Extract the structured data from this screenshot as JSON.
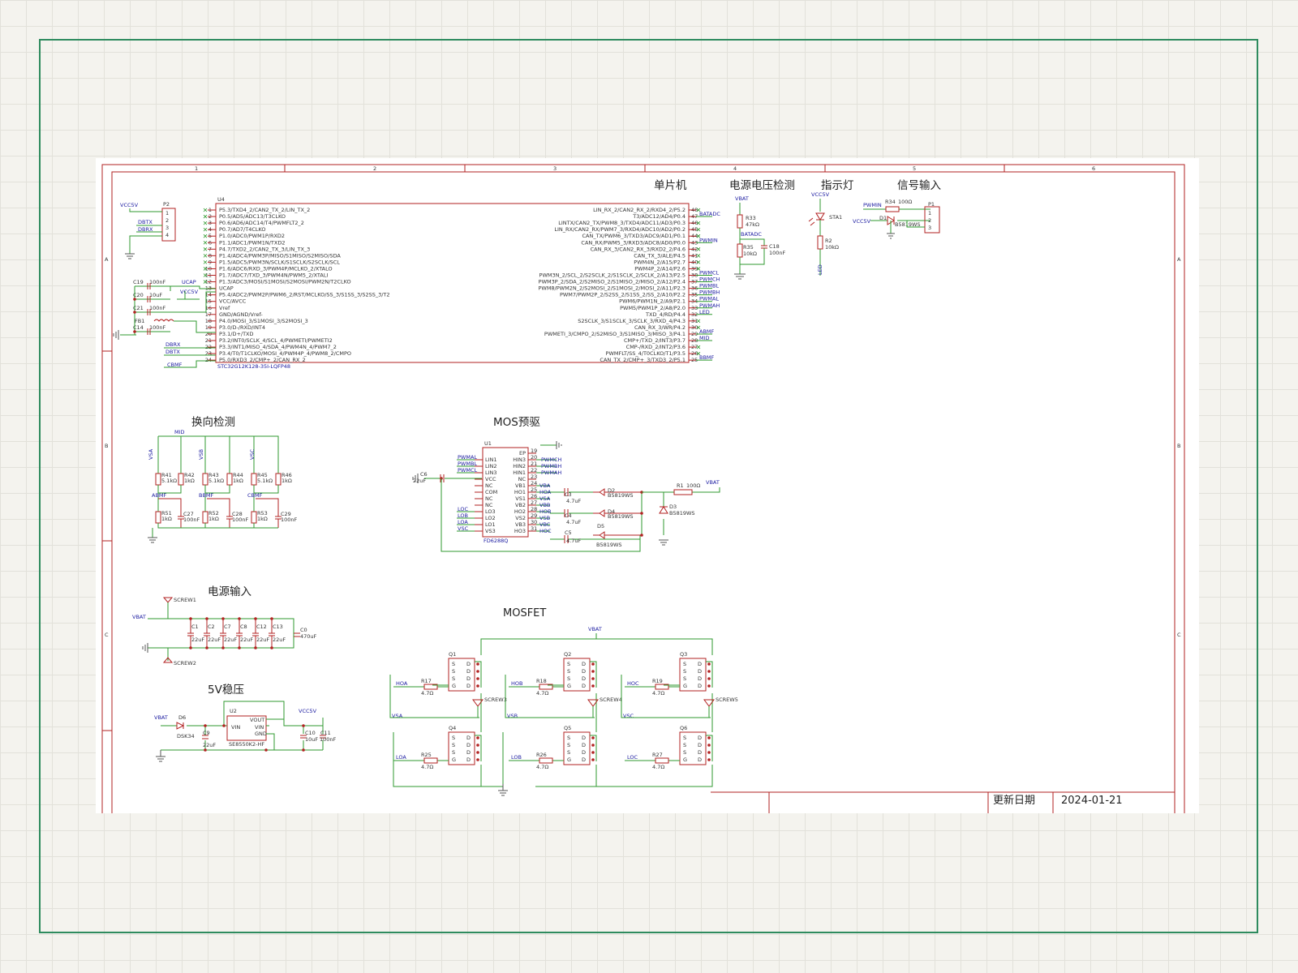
{
  "sheet": {
    "columns": [
      "1",
      "2",
      "3",
      "4",
      "5",
      "6"
    ],
    "rows": [
      "A",
      "B",
      "C"
    ]
  },
  "sections": {
    "mcu": "单片机",
    "power_voltage": "电源电压检测",
    "indicator": "指示灯",
    "signal_input": "信号输入",
    "commutation": "换向检测",
    "mos_predriver": "MOS预驱",
    "power_input": "电源输入",
    "mosfet": "MOSFET",
    "regulator": "5V稳压"
  },
  "mcu": {
    "ref": "U4",
    "part": "STC32G12K128-35I-LQFP48",
    "left_pins": [
      "P5.3/TXD4_2/CAN2_TX_2/LIN_TX_2",
      "P0.5/AD5/ADC13/T3CLKO",
      "P0.6/AD6/ADC14/T4/PWMFLT2_2",
      "P0.7/AD7/T4CLKO",
      "P1.0/ADC0/PWM1P/RXD2",
      "P1.1/ADC1/PWM1N/TXD2",
      "P4.7/TXD2_2/CAN2_TX_3/LIN_TX_3",
      "P1.4/ADC4/PWM3P/MISO/S1MISO/S2MISO/SDA",
      "P1.5/ADC5/PWM3N/SCLK/S1SCLK/S2SCLK/SCL",
      "P1.6/ADC6/RXD_3/PWM4P/MCLKO_2/XTALO",
      "P1.7/ADC7/TXD_3/PWM4N/PWM5_2/XTALI",
      "P1.3/ADC3/MOSI/S1MOSI/S2MOSI/PWM2N/T2CLKO",
      "UCAP",
      "P5.4/ADC2/PWM2P/PWM6_2/RST/MCLKO/SS_3/S1SS_3/S2SS_3/T2",
      "VCC/AVCC",
      "Vref",
      "GND/AGND/Vref-",
      "P4.0/MOSI_3/S1MOSI_3/S2MOSI_3",
      "P3.0/D-/RXD/INT4",
      "P3.1/D+/TXD",
      "P3.2/INT0/SCLK_4/SCL_4/PWMETI/PWMETI2",
      "P3.3/INT1/MISO_4/SDA_4/PWM4N_4/PWM7_2",
      "P3.4/T0/T1CLKO/MOSI_4/PWM4P_4/PWM8_2/CMPO",
      "P5.0/RXD3_2/CMP+_2/CAN_RX_2"
    ],
    "right_pins": [
      "LIN_RX_2/CAN2_RX_2/RXD4_2/P5.2",
      "T3/ADC12/AD4/P0.4",
      "LINTX/CAN2_TX/PWM8_3/TXD4/ADC11/AD3/P0.3",
      "LIN_RX/CAN2_RX/PWM7_3/RXD4/ADC10/AD2/P0.2",
      "CAN_TX/PWM6_3/TXD3/ADC9/AD1/P0.1",
      "CAN_RX/PWM5_3/RXD3/ADC8/AD0/P0.0",
      "CAN_RX_3/CAN2_RX_3/RXD2_2/P4.6",
      "CAN_TX_3/ALE/P4.5",
      "PWM4N_2/A15/P2.7",
      "PWM4P_2/A14/P2.6",
      "PWM3N_2/SCL_2/S2SCLK_2/S1SCLK_2/SCLK_2/A13/P2.5",
      "PWM3P_2/SDA_2/S2MISO_2/S1MISO_2/MISO_2/A12/P2.4",
      "PWM8/PWM2N_2/S2MOSI_2/S1MOSI_2/MOSI_2/A11/P2.3",
      "PWM7/PWM2P_2/S2SS_2/S1SS_2/SS_2/A10/P2.2",
      "PWM6/PWM1N_2/A9/P2.1",
      "PWM5/PWM1P_2/A8/P2.0",
      "TXD_4/RD/P4.4",
      "S2SCLK_3/S1SCLK_3/SCLK_3/RXD_4/P4.3",
      "CAN_RX_3/WR/P4.2",
      "PWMETI_3/CMPO_2/S2MISO_3/S1MISO_3/MISO_3/P4.1",
      "CMP+/TXD_2/INT3/P3.7",
      "CMP-/RXD_2/INT2/P3.6",
      "PWMFLT/SS_4/T0CLKO/T1/P3.5",
      "CAN_TX_2/CMP+_3/TXD3_2/P5.1"
    ],
    "right_pin_numbers": [
      "48",
      "47",
      "46",
      "45",
      "44",
      "43",
      "42",
      "41",
      "40",
      "39",
      "38",
      "37",
      "36",
      "35",
      "34",
      "33",
      "32",
      "31",
      "30",
      "29",
      "28",
      "27",
      "26",
      "25"
    ],
    "right_nets": {
      "r1": "BATADC",
      "r5": "PWMIN",
      "r10": "PWMCL",
      "r11": "PWMCH",
      "r12": "PWMBL",
      "r13": "PWMBH",
      "r14": "PWMAL",
      "r15": "PWMAH",
      "r16": "LED",
      "r19": "ABMF",
      "r20": "MID",
      "r23": "BBMF"
    },
    "left_nets": [
      "DBRX",
      "DBTX",
      "CBMF"
    ]
  },
  "labels": {
    "vcc5v": "VCC5V",
    "vbat": "VBAT",
    "ucap": "UCAP",
    "p2": "P2",
    "p1": "P1",
    "fb1": "FB1",
    "c19": "C19",
    "c19v": "100nF",
    "c20": "C20",
    "c20v": "10uF",
    "c21": "C21",
    "c21v": "100nF",
    "c14": "C14",
    "c14v": "100nF",
    "dbtx": "DBTX",
    "dbrx": "DBRX",
    "r33": "R33",
    "r33v": "47kΩ",
    "r35": "R35",
    "r35v": "10kΩ",
    "c18": "C18",
    "c18v": "100nF",
    "batadc": "BATADC",
    "sta1": "STA1",
    "r2": "R2",
    "r2v": "10kΩ",
    "led": "LED",
    "pwmin": "PWMIN",
    "r34": "R34",
    "r34v": "100Ω",
    "d1": "D1",
    "d1v": "B5819WS"
  },
  "commutation": {
    "mid": "MID",
    "vsa": "VSA",
    "vsb": "VSB",
    "vsc": "VSC",
    "abmf": "ABMF",
    "bbmf": "BBMF",
    "cbmf": "CBMF",
    "r41": "R41",
    "r42": "R42",
    "r43": "R43",
    "r44": "R44",
    "r45": "R45",
    "r46": "R46",
    "v51k": "5.1kΩ",
    "v1k": "1kΩ",
    "r51": "R51",
    "r52": "R52",
    "r53": "R53",
    "c27": "C27",
    "c28": "C28",
    "c29": "C29",
    "c100n": "100nF"
  },
  "predriver": {
    "ref": "U1",
    "part": "FD6288Q",
    "c6": "C6",
    "c6v": "22uF",
    "left_pins": [
      "LIN1",
      "LIN2",
      "LIN3",
      "VCC",
      "NC",
      "COM",
      "NC",
      "NC",
      "LO3",
      "LO2",
      "LO1",
      "VS3"
    ],
    "right_pins": [
      "EP",
      "HIN3",
      "HIN2",
      "HIN1",
      "NC",
      "VB1",
      "HO1",
      "VS1",
      "VB2",
      "HO2",
      "VS2",
      "VB3",
      "HO3"
    ],
    "in_nets": [
      "PWMAL",
      "PWMBL",
      "PWMCL"
    ],
    "lo_nets": [
      "LOC",
      "LOB",
      "LOA",
      "VSC"
    ],
    "hi_nets": [
      "PWMCH",
      "PWMBH",
      "PWMAH"
    ],
    "out_nets": [
      "VBA",
      "HOA",
      "VSA",
      "VBB",
      "HOB",
      "VSB",
      "VBC",
      "HOC"
    ],
    "c3": "C3",
    "c4": "C4",
    "c5": "C5",
    "cv": "4.7uF",
    "d2": "D2",
    "d4": "D4",
    "d5": "D5",
    "d3": "D3",
    "dv": "B5819WS",
    "r1": "R1",
    "r1v": "100Ω",
    "vbat": "VBAT"
  },
  "power_input": {
    "screw1": "SCREW1",
    "screw2": "SCREW2",
    "vbat": "VBAT",
    "caps": [
      "C1",
      "C2",
      "C7",
      "C8",
      "C12",
      "C13"
    ],
    "capv": "22uF",
    "c0": "C0",
    "c0v": "470uF"
  },
  "mosfet": {
    "vbat": "VBAT",
    "q": [
      "Q1",
      "Q2",
      "Q3",
      "Q4",
      "Q5",
      "Q6"
    ],
    "gates": [
      "HOA",
      "HOB",
      "HOC",
      "LOA",
      "LOB",
      "LOC"
    ],
    "rs": [
      "R17",
      "R18",
      "R19",
      "R25",
      "R26",
      "R27"
    ],
    "rv": "4.7Ω",
    "screws": [
      "SCREW3",
      "SCREW4",
      "SCREW5"
    ],
    "vs": [
      "VSA",
      "VSB",
      "VSC"
    ],
    "pins_l": [
      "S",
      "S",
      "S",
      "G"
    ],
    "pins_r": [
      "D",
      "D",
      "D",
      "D"
    ]
  },
  "regulator": {
    "vbat": "VBAT",
    "d6": "D6",
    "d6v": "DSK34",
    "u2": "U2",
    "part": "SE8550K2-HF",
    "c9": "C9",
    "c9v": "22uF",
    "c10": "C10",
    "c10v": "10uF",
    "c11": "C11",
    "c11v": "100nF",
    "vcc5v": "VCC5V",
    "vout": "VOUT",
    "vin": "VIN",
    "gnd": "GND"
  },
  "title_block": {
    "label": "更新日期",
    "date": "2024-01-21"
  }
}
